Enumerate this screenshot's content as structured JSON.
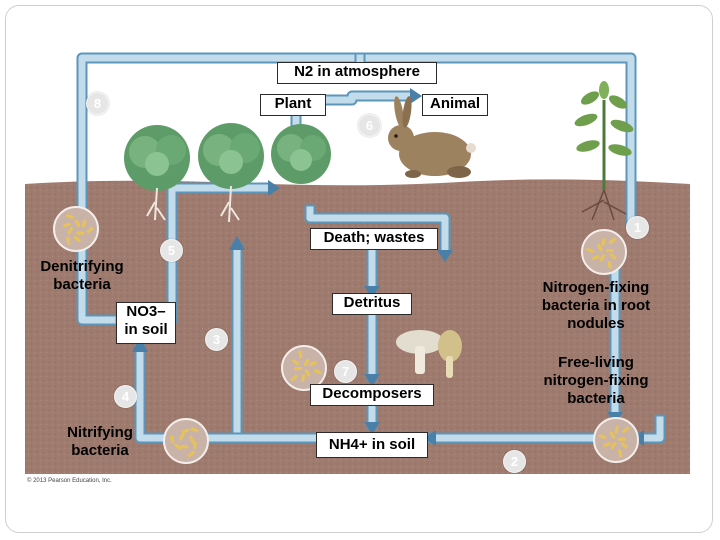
{
  "colors": {
    "sky": "#ffffff",
    "soil": "#9f7b6f",
    "arrow_fill": "#c3dceb",
    "arrow_stroke": "#5c96bb",
    "arrow_head": "#4a7fa8",
    "plant_green": "#5d9c69",
    "rabbit": "#9d8260"
  },
  "boxes": {
    "n2_atmosphere": "N2 in atmosphere",
    "plant": "Plant",
    "animal": "Animal",
    "death_wastes": "Death; wastes",
    "detritus": "Detritus",
    "decomposers": "Decomposers",
    "nh4_soil": "NH4+ in soil",
    "no3_line1": "NO3–",
    "no3_line2": "in soil"
  },
  "labels": {
    "denitrifying": "Denitrifying bacteria",
    "nitrifying": "Nitrifying bacteria",
    "root_nodules": "Nitrogen-fixing bacteria in root nodules",
    "free_living": "Free-living nitrogen-fixing bacteria"
  },
  "step_numbers": [
    "1",
    "2",
    "3",
    "4",
    "5",
    "6",
    "7",
    "8"
  ],
  "icons": [
    "bacteria-icon",
    "plant-icon",
    "rabbit-icon",
    "mushroom-icon"
  ],
  "copyright": "© 2013 Pearson Education, Inc."
}
